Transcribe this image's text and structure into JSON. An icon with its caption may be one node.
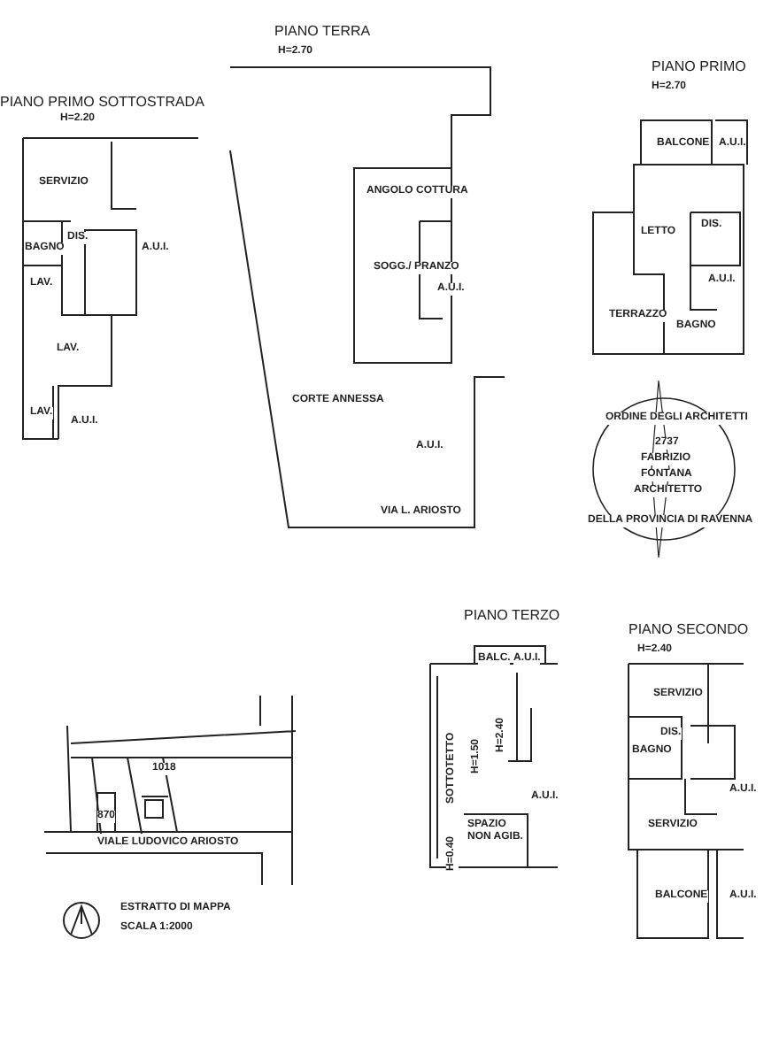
{
  "diagram": {
    "labels": [
      "PIANO TERRA",
      "H=2.70",
      "PIANO PRIMO",
      "H=2.70",
      "PIANO PRIMO SOTTOSTRADA",
      "H=2.20",
      "SERVIZIO",
      "DIS.",
      "BAGNO",
      "A.U.I.",
      "LAV.",
      "LAV.",
      "LAV.",
      "A.U.I.",
      "ANGOLO COTTURA",
      "SOGG./ PRANZO",
      "A.U.I.",
      "CORTE ANNESSA",
      "A.U.I.",
      "VIA L. ARIOSTO",
      "BALCONE",
      "A.U.I.",
      "LETTO",
      "DIS.",
      "A.U.I.",
      "TERRAZZO",
      "BAGNO",
      "ORDINE DEGLI ARCHITETTI",
      "2737",
      "FABRIZIO",
      "FONTANA",
      "ARCHITETTO",
      "DELLA PROVINCIA DI RAVENNA",
      "PIANO TERZO",
      "PIANO SECONDO",
      "H=2.40",
      "BALC.",
      "A.U.I.",
      "H=2.40",
      "H=1.50",
      "SOTTOTETTO",
      "A.U.I.",
      "H=0.40",
      "SPAZIO NON AGIB.",
      "SERVIZIO",
      "DIS.",
      "BAGNO",
      "A.U.I.",
      "SERVIZIO",
      "BALCONE",
      "A.U.I.",
      "1018",
      "870",
      "VIALE LUDOVICO ARIOSTO",
      "ESTRATTO DI MAPPA",
      "SCALA 1:2000"
    ]
  }
}
